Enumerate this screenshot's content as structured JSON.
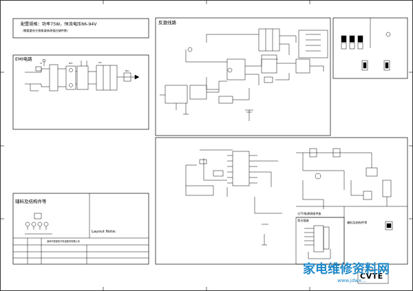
{
  "config": {
    "spec_line": "配置规格：功率75W，恒流电压66-94V",
    "spec_note": "（需要量充它规格请修改相应辅件数）"
  },
  "sections": {
    "emi": "EMI电路",
    "flyback": "反激线路",
    "aux_left": "辅料及结构件等",
    "layout_note": "Layout Note:",
    "backlight_conn": "背光插座",
    "aux_right": "辅料及结构件等",
    "mb_conn": "与TV电源接插件座"
  },
  "title_block": {
    "company": "深圳市视源电子科技股份有限公司",
    "logo": "CVTE"
  },
  "watermark": {
    "main": "家电维修资料网",
    "url": "www.jdwx..."
  }
}
